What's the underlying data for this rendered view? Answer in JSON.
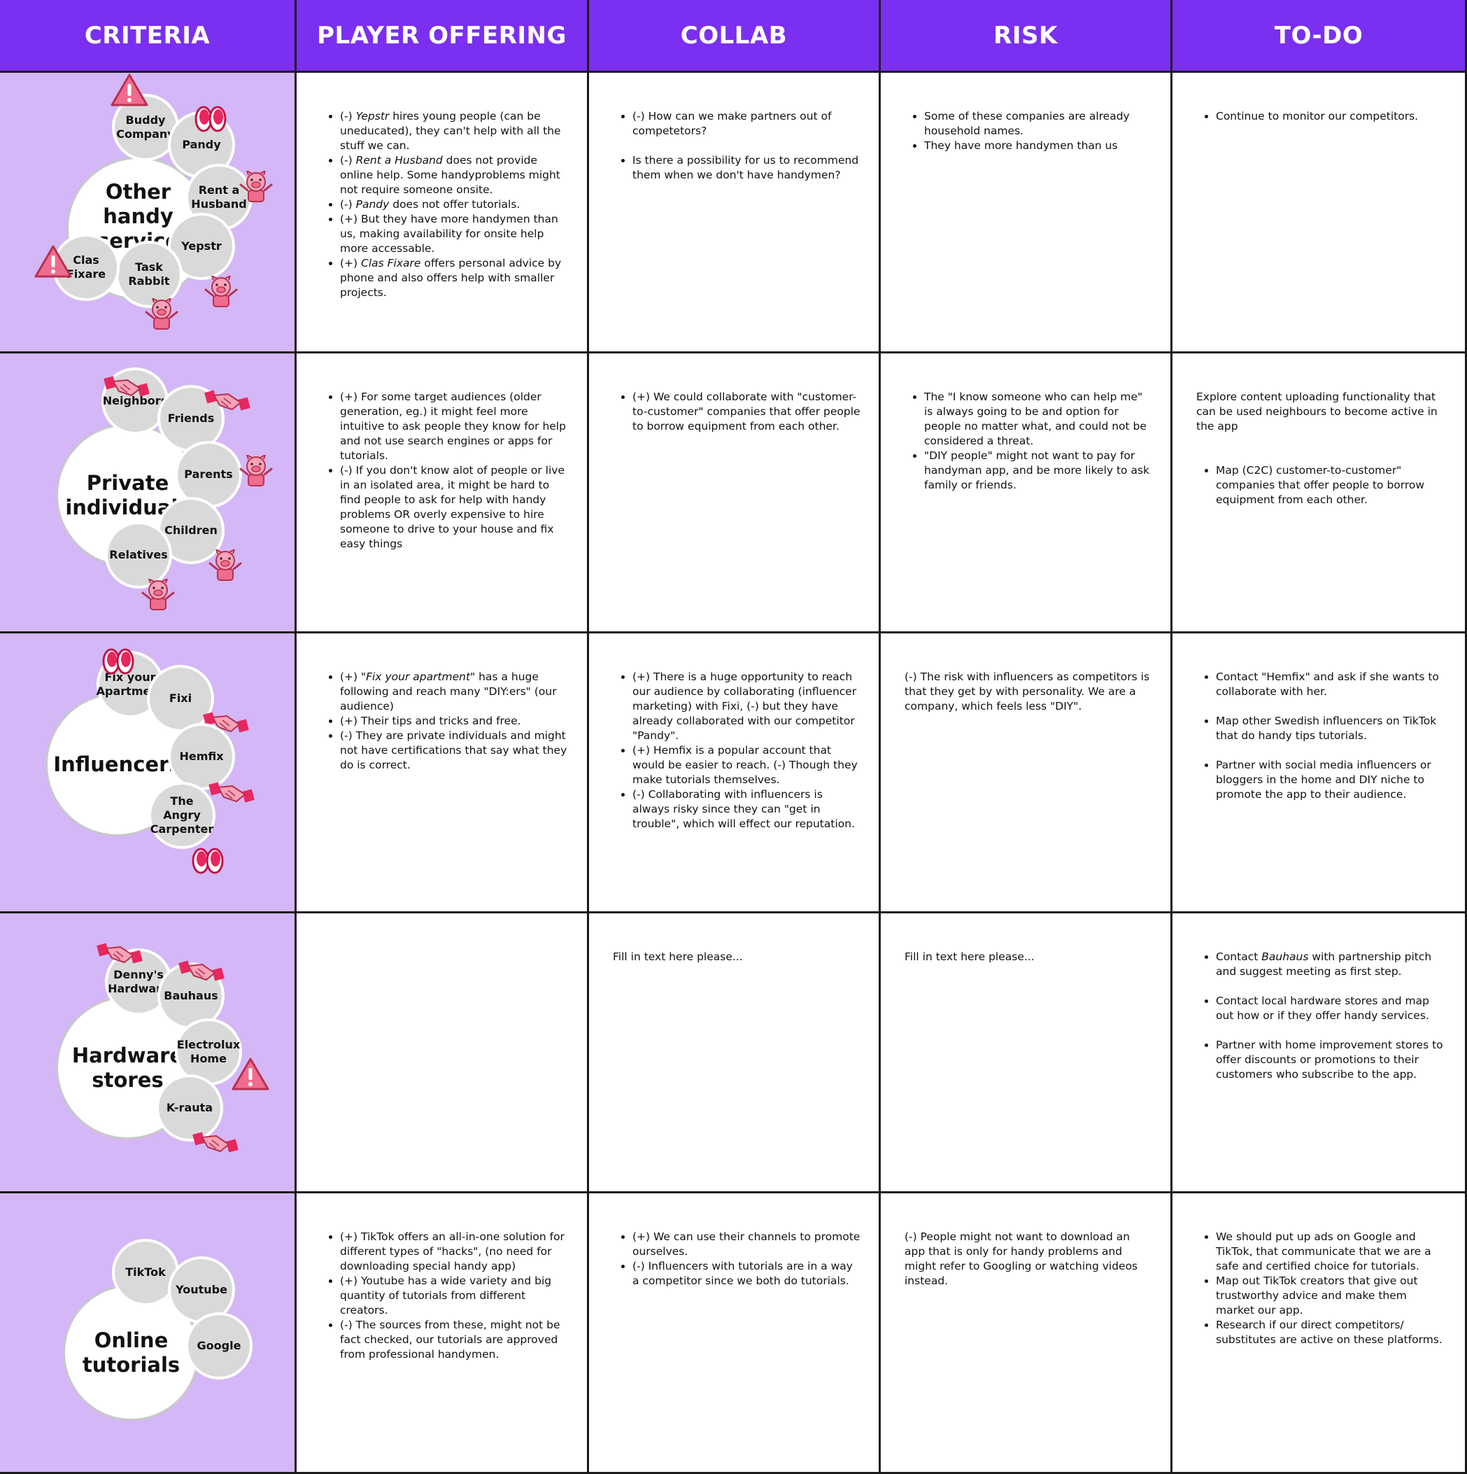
{
  "headers": [
    "CRITERIA",
    "PLAYER OFFERING",
    "COLLAB",
    "RISK",
    "TO-DO"
  ],
  "rows": [
    {
      "title_lines": [
        "Other handy",
        "service",
        "providers"
      ],
      "players": [
        {
          "lines": [
            "Buddy",
            "Company"
          ],
          "icon": "warning-icon"
        },
        {
          "lines": [
            "Pandy"
          ],
          "icon": "eyes-icon"
        },
        {
          "lines": [
            "Rent a",
            "Husband"
          ],
          "icon": "pig-icon"
        },
        {
          "lines": [
            "Yepstr"
          ],
          "icon": "pig-icon"
        },
        {
          "lines": [
            "Task",
            "Rabbit"
          ],
          "icon": "pig-icon"
        },
        {
          "lines": [
            "Clas",
            "Fixare"
          ],
          "icon": "warning-icon"
        }
      ],
      "offering": {
        "items": [
          [
            {
              "t": "(-) "
            },
            {
              "t": "Yepstr",
              "i": true
            },
            {
              "t": " hires young people (can be uneducated), they can't help with all the stuff we can."
            }
          ],
          [
            {
              "t": "(-) "
            },
            {
              "t": "Rent a Husband",
              "i": true
            },
            {
              "t": " does not provide online help. Some handyproblems might not require someone onsite."
            }
          ],
          [
            {
              "t": "(-) "
            },
            {
              "t": "Pandy",
              "i": true
            },
            {
              "t": " does not offer tutorials."
            }
          ],
          [
            {
              "t": "(+) But they have more handymen than us, making availability for onsite help more accessable."
            }
          ],
          [
            {
              "t": "(+) "
            },
            {
              "t": "Clas Fixare",
              "i": true
            },
            {
              "t": " offers personal advice by phone and also offers help with smaller projects."
            }
          ]
        ]
      },
      "collab": {
        "items": [
          [
            {
              "t": "(-) How can we make partners out of competetors?"
            }
          ],
          [
            {
              "gap": true
            }
          ],
          [
            {
              "t": "Is there a possibility for us to recommend them when we don't have handymen?"
            }
          ]
        ]
      },
      "risk": {
        "items": [
          [
            {
              "t": "Some of these companies are already household names."
            }
          ],
          [
            {
              "t": "They have more handymen than us"
            }
          ]
        ]
      },
      "todo": {
        "items": [
          [
            {
              "t": "Continue to monitor our competitors."
            }
          ]
        ]
      }
    },
    {
      "title_lines": [
        "Private",
        "individuals"
      ],
      "players": [
        {
          "lines": [
            "Neighbors"
          ],
          "icon": "handshake-icon"
        },
        {
          "lines": [
            "Friends"
          ],
          "icon": "handshake-icon"
        },
        {
          "lines": [
            "Parents"
          ],
          "icon": "pig-icon"
        },
        {
          "lines": [
            "Children"
          ],
          "icon": "pig-icon"
        },
        {
          "lines": [
            "Relatives"
          ],
          "icon": "pig-icon"
        }
      ],
      "offering": {
        "items": [
          [
            {
              "t": "(+) For some target audiences (older generation, eg.) it might feel more intuitive to ask people they know for help and not use search engines or apps for tutorials."
            }
          ],
          [
            {
              "t": "(-) If you don't know alot of people or live in an isolated area, it might be hard to find people to ask for help with handy problems OR overly expensive to hire someone to drive to your house and fix easy things"
            }
          ]
        ]
      },
      "collab": {
        "items": [
          [
            {
              "t": "(+) We could collaborate with \"customer-to-customer\" companies that offer people to borrow equipment from each other."
            }
          ]
        ]
      },
      "risk": {
        "items": [
          [
            {
              "t": "The \"I know someone who can help me\" is always going to be and option for people no matter what, and could not be considered a threat."
            }
          ],
          [
            {
              "t": "\"DIY people\" might not want to pay for handyman app, and be more likely to ask family or friends."
            }
          ]
        ]
      },
      "todo": {
        "intro": "Explore content uploading functionality that can be used neighbours to become active in the app",
        "items": [
          [
            {
              "t": "Map (C2C) customer-to-customer\" companies that offer people to borrow equipment from each other."
            }
          ]
        ]
      }
    },
    {
      "title_lines": [
        "Influencers"
      ],
      "players": [
        {
          "lines": [
            "Fix your",
            "Apartment"
          ],
          "icon": "eyes-icon"
        },
        {
          "lines": [
            "Fixi"
          ],
          "icon": "handshake-icon"
        },
        {
          "lines": [
            "Hemfix"
          ],
          "icon": "handshake-icon"
        },
        {
          "lines": [
            "The Angry",
            "Carpenter"
          ],
          "icon": "eyes-icon"
        }
      ],
      "offering": {
        "items": [
          [
            {
              "t": "(+) \""
            },
            {
              "t": "Fix your apartment",
              "i": true
            },
            {
              "t": "\" has a huge following and reach many \"DIY:ers\" (our audience)"
            }
          ],
          [
            {
              "t": "(+) Their tips and tricks and free."
            }
          ],
          [
            {
              "t": "(-) They are private individuals and might not have certifications that say what they do is correct."
            }
          ]
        ]
      },
      "collab": {
        "items": [
          [
            {
              "t": "(+) There is a huge opportunity to reach our audience by collaborating (influencer marketing) with Fixi, (-) but they have already collaborated with our competitor \"Pandy\"."
            }
          ],
          [
            {
              "t": "(+) Hemfix is a popular account that would be easier to reach. (-) Though they make tutorials themselves."
            }
          ],
          [
            {
              "t": "(-) Collaborating with influencers is always risky since they can \"get in trouble\", which will effect our reputation."
            }
          ]
        ]
      },
      "risk": {
        "plain": "(-) The risk with influencers as competitors is that they get by with personality. We are a company, which feels less \"DIY\"."
      },
      "todo": {
        "items": [
          [
            {
              "t": "Contact \"Hemfix\" and ask if she wants to collaborate with her."
            }
          ],
          [
            {
              "gap": true
            }
          ],
          [
            {
              "t": "Map other Swedish influencers on TikTok that do handy tips tutorials."
            }
          ],
          [
            {
              "gap": true
            }
          ],
          [
            {
              "t": "Partner with social media influencers or bloggers in the home and DIY niche to promote the app to their audience."
            }
          ]
        ]
      }
    },
    {
      "title_lines": [
        "Hardware",
        "stores"
      ],
      "players": [
        {
          "lines": [
            "Denny's",
            "Hardware"
          ],
          "icon": "handshake-icon"
        },
        {
          "lines": [
            "Bauhaus"
          ],
          "icon": "handshake-icon"
        },
        {
          "lines": [
            "Electrolux",
            "Home"
          ],
          "icon": "warning-icon"
        },
        {
          "lines": [
            "K-rauta"
          ],
          "icon": "handshake-icon"
        }
      ],
      "offering": {
        "items": []
      },
      "collab": {
        "plain": "Fill in text here please..."
      },
      "risk": {
        "plain": "Fill in text here please..."
      },
      "todo": {
        "items": [
          [
            {
              "t": "Contact "
            },
            {
              "t": "Bauhaus",
              "i": true
            },
            {
              "t": " with partnership pitch and suggest meeting as first step."
            }
          ],
          [
            {
              "gap": true
            }
          ],
          [
            {
              "t": "Contact local hardware stores and map out how or if they offer handy services."
            }
          ],
          [
            {
              "gap": true
            }
          ],
          [
            {
              "t": "Partner with home improvement stores to offer discounts or promotions to their customers who subscribe to the app."
            }
          ]
        ]
      }
    },
    {
      "title_lines": [
        "Online",
        "tutorials"
      ],
      "players": [
        {
          "lines": [
            "TikTok"
          ],
          "icon": ""
        },
        {
          "lines": [
            "Youtube"
          ],
          "icon": ""
        },
        {
          "lines": [
            "Google"
          ],
          "icon": ""
        }
      ],
      "offering": {
        "items": [
          [
            {
              "t": "(+) TikTok offers an all-in-one solution for different types of \"hacks\", (no need for downloading special handy app)"
            }
          ],
          [
            {
              "t": "(+) Youtube has a wide variety and big quantity of tutorials from different creators."
            }
          ],
          [
            {
              "t": "(-) The sources from these, might not be fact checked, our tutorials are approved from professional handymen."
            }
          ]
        ]
      },
      "collab": {
        "items": [
          [
            {
              "t": "(+) We can use their channels to promote ourselves."
            }
          ],
          [
            {
              "t": "(-) Influencers with tutorials are in a way a competitor since we both do tutorials."
            }
          ]
        ]
      },
      "risk": {
        "plain": "(-) People might not want to download an app that is only for handy problems and might refer to Googling or watching videos instead."
      },
      "todo": {
        "items": [
          [
            {
              "t": "We should put up ads on Google and TikTok, that communicate that we are a safe and certified choice for tutorials."
            }
          ],
          [
            {
              "t": "Map out TikTok creators that give out trustworthy advice and make them market our app."
            }
          ],
          [
            {
              "t": "Research if our direct competitors/ substitutes are active on these platforms."
            }
          ]
        ]
      }
    }
  ],
  "colors": {
    "header": "#7b2ff0",
    "criteria": "#d4b7f6",
    "bubble": "#d9d9d9",
    "icon": "#f06c8e"
  }
}
